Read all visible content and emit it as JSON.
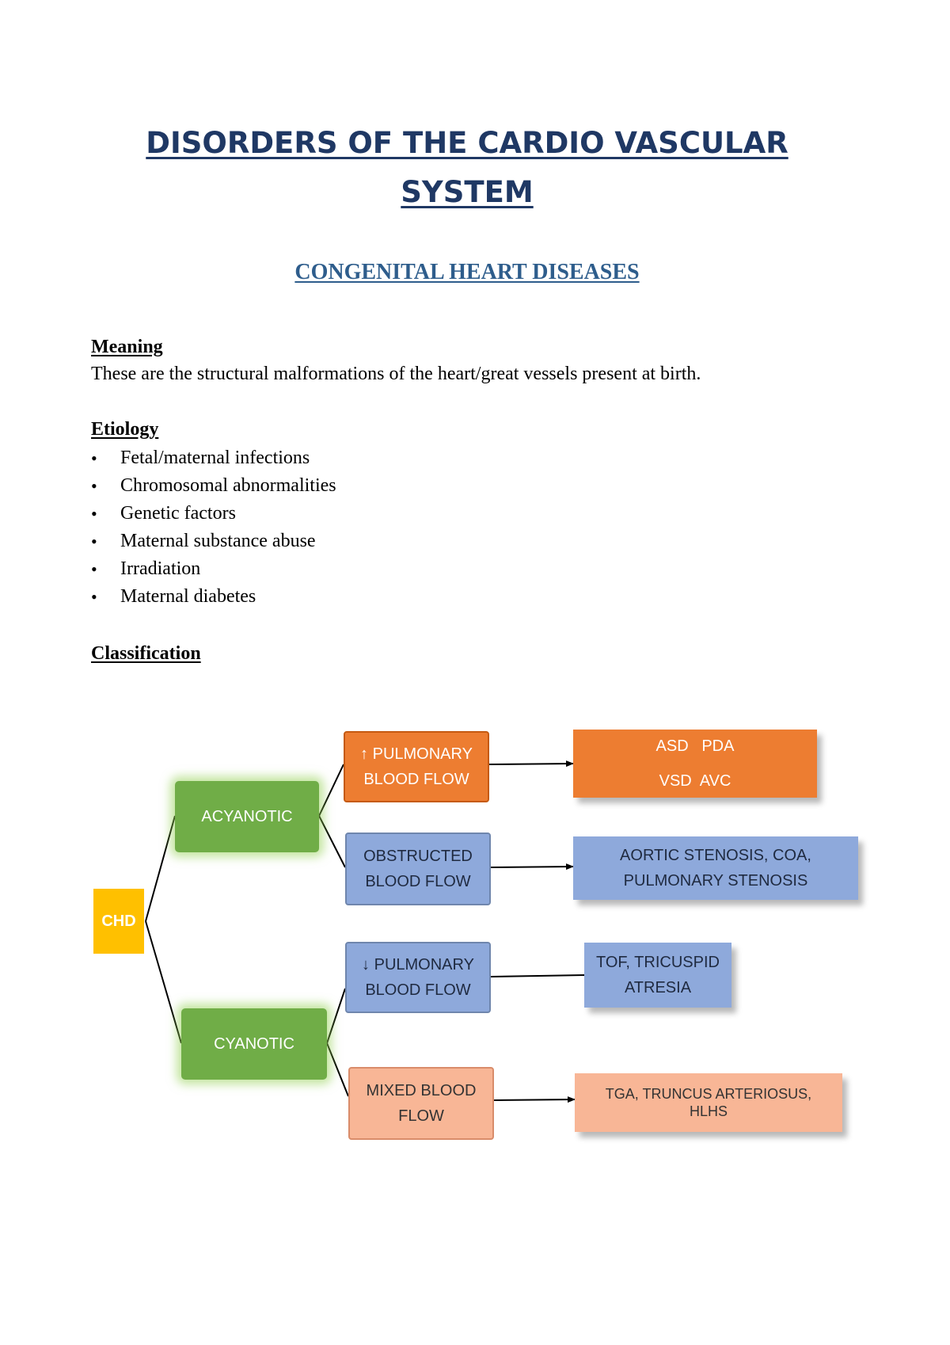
{
  "title_line1": "DISORDERS OF THE CARDIO VASCULAR",
  "title_line2": "SYSTEM",
  "subtitle": "CONGENITAL HEART DISEASES",
  "meaning": {
    "heading": "Meaning",
    "text": "These are the structural malformations of the heart/great vessels present at birth."
  },
  "etiology": {
    "heading": "Etiology",
    "bullet": "•",
    "items": [
      "Fetal/maternal infections",
      "Chromosomal abnormalities",
      "Genetic factors",
      "Maternal substance abuse",
      "Irradiation",
      "Maternal diabetes"
    ]
  },
  "classification": {
    "heading": "Classification",
    "diagram": {
      "root": "CHD",
      "acyanotic": "ACYANOTIC",
      "cyanotic": "CYANOTIC",
      "increased_flow": [
        "↑ PULMONARY",
        "BLOOD FLOW"
      ],
      "obstructed_flow": [
        "OBSTRUCTED",
        "BLOOD FLOW"
      ],
      "decreased_flow": [
        "↓ PULMONARY",
        "BLOOD FLOW"
      ],
      "mixed_flow": [
        "MIXED BLOOD",
        "FLOW"
      ],
      "increased_examples": [
        "ASD   PDA",
        "VSD  AVC"
      ],
      "obstructed_examples": [
        "AORTIC STENOSIS, COA,",
        "PULMONARY STENOSIS"
      ],
      "decreased_examples": [
        "TOF, TRICUSPID",
        "ATRESIA"
      ],
      "mixed_examples": [
        "TGA, TRUNCUS ARTERIOSUS,",
        "HLHS"
      ]
    }
  }
}
